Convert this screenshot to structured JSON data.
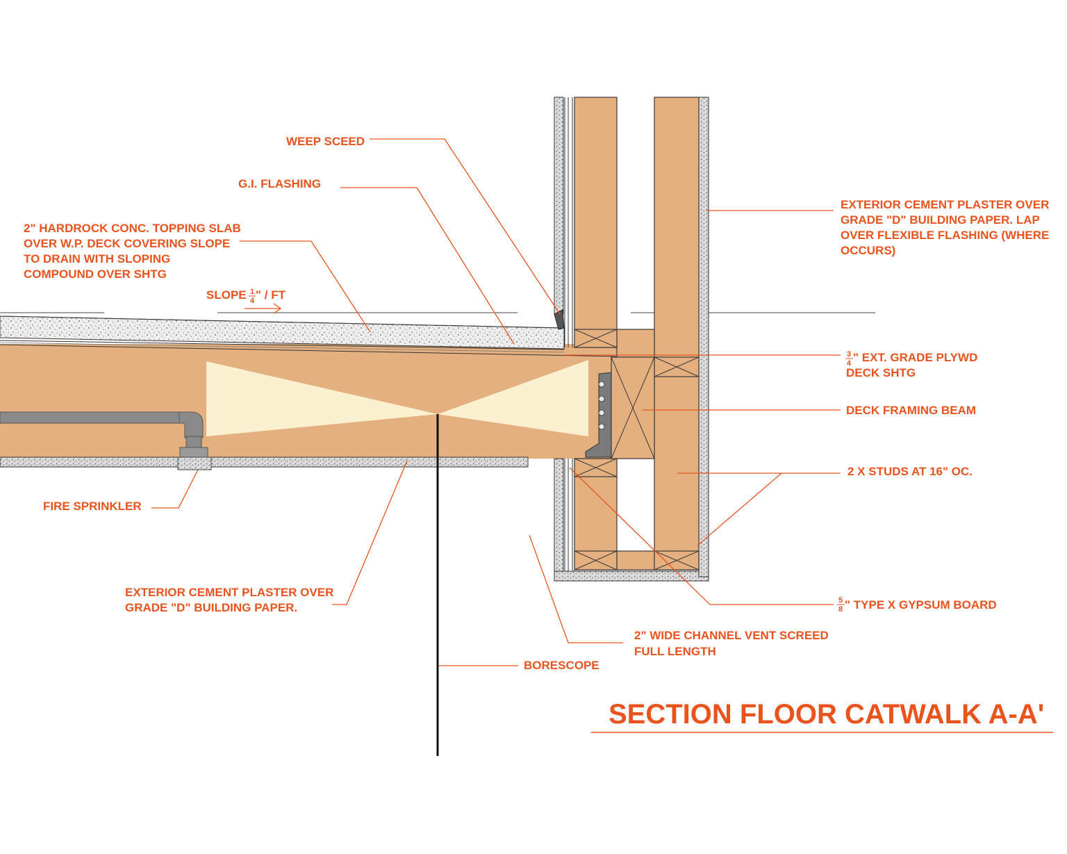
{
  "title": "SECTION FLOOR CATWALK A-A'",
  "labels": {
    "weep_screed": "WEEP SCEED",
    "gi_flashing": "G.I.  FLASHING",
    "topping_slab": [
      "2\" HARDROCK CONC. TOPPING SLAB",
      "OVER W.P. DECK COVERING SLOPE",
      "TO DRAIN WITH SLOPING",
      "COMPOUND OVER SHTG"
    ],
    "slope": {
      "prefix": "SLOPE",
      "frac_num": "1",
      "frac_den": "4",
      "suffix": "\" / FT"
    },
    "ext_plaster_wall": [
      "EXTERIOR CEMENT PLASTER OVER",
      "GRADE \"D\" BUILDING PAPER. LAP",
      "OVER FLEXIBLE FLASHING (WHERE",
      "OCCURS)"
    ],
    "plywood": {
      "frac_num": "3",
      "frac_den": "4",
      "line1": "\" EXT. GRADE PLYWD",
      "line2": "DECK SHTG"
    },
    "deck_beam": "DECK FRAMING BEAM",
    "studs": "2 X STUDS AT 16\" OC.",
    "fire_sprinkler": "FIRE SPRINKLER",
    "ext_plaster_soffit": [
      "EXTERIOR CEMENT PLASTER OVER",
      "GRADE \"D\" BUILDING PAPER."
    ],
    "gypsum": {
      "frac_num": "5",
      "frac_den": "8",
      "text": "\" TYPE X GYPSUM BOARD"
    },
    "vent_screed": [
      "2\" WIDE CHANNEL VENT SCREED",
      "FULL LENGTH"
    ],
    "borescope": "BORESCOPE"
  },
  "colors": {
    "annotation": "#e8531e",
    "wood": "#e5b07f",
    "borescope_view": "#fbf1d0",
    "concrete": "#e9e9e9",
    "sprinkler_pipe": "#8a8a8a"
  }
}
